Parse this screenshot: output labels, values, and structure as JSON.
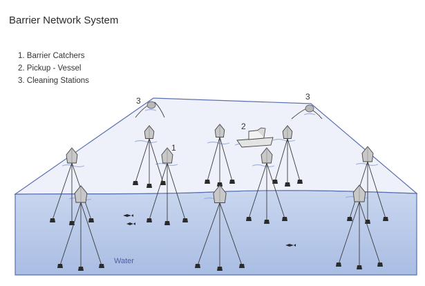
{
  "title": "Barrier Network System",
  "legend": [
    "1. Barrier Catchers",
    "2. Pickup - Vessel",
    "3. Cleaning Stations"
  ],
  "labels": {
    "catcher": "1",
    "vessel": "2",
    "station_left": "3",
    "station_right": "3",
    "water": "Water"
  },
  "colors": {
    "surface": "#eaeef8",
    "water": "#b8c8e8",
    "edge": "#5a6fb0",
    "buoy": "#c8c8c8",
    "anchor": "#2b2b2b"
  }
}
